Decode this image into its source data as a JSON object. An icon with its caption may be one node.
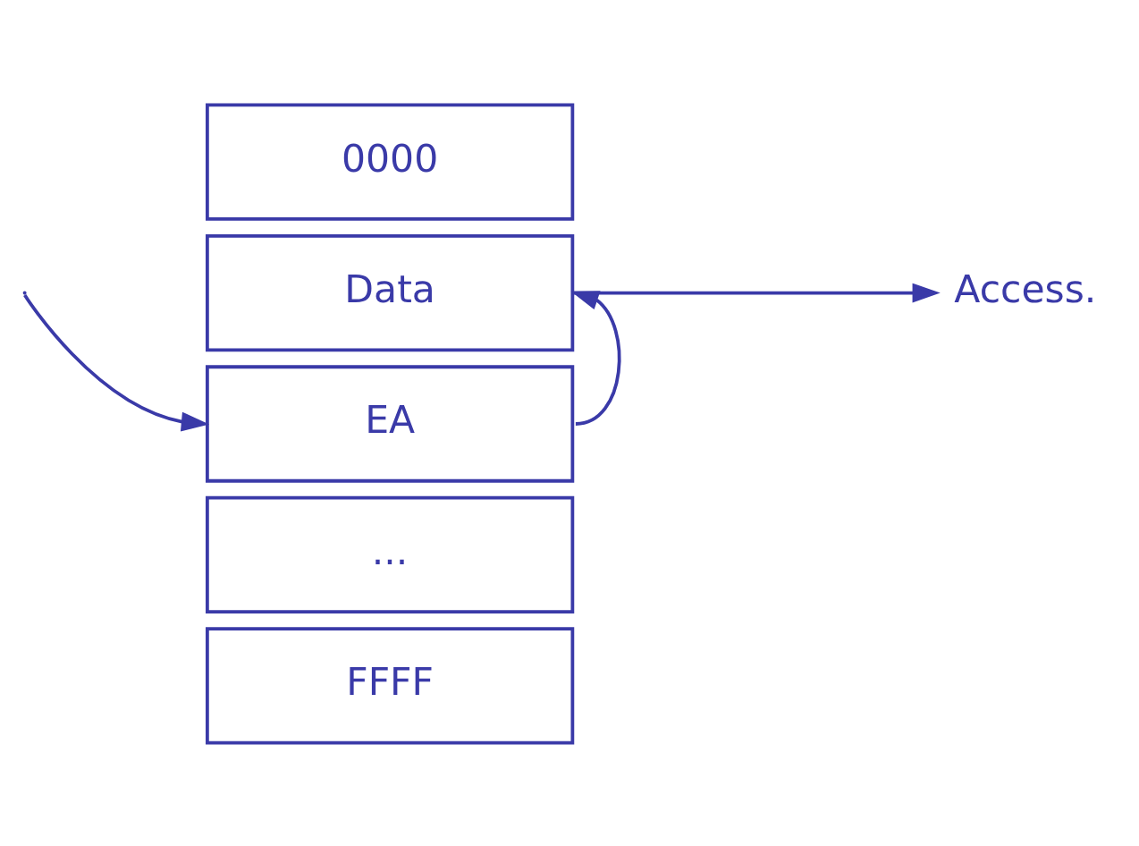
{
  "diagram": {
    "nodes": [
      {
        "text": [
          "0000"
        ]
      },
      {
        "text": [
          "Data"
        ]
      },
      {
        "text": [
          "EA"
        ]
      },
      {
        "text": [
          "..."
        ]
      },
      {
        "text": [
          "FFFF"
        ]
      },
      {
        "text": [
          "Access."
        ]
      }
    ],
    "edges": [
      {
        "from": null,
        "to": 2,
        "arrow": "to"
      },
      {
        "from": 1,
        "to": 5,
        "arrow": "to"
      },
      {
        "from": 2,
        "to": 1,
        "arrow": "to"
      }
    ]
  }
}
